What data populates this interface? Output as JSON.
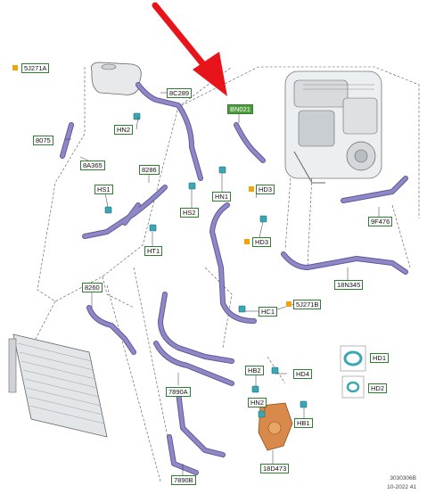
{
  "labels": {
    "legend": "5J271A",
    "8C289": "8C289",
    "BN021": "BN021",
    "HN2_top": "HN2",
    "8075": "8075",
    "8A365": "8A365",
    "8286": "8286",
    "HS1": "HS1",
    "HS2": "HS2",
    "HN1": "HN1",
    "HD3_a": "HD3",
    "HD3_b": "HD3",
    "HT1": "HT1",
    "9F476": "9F476",
    "18N345": "18N345",
    "8260": "8260",
    "HC1": "HC1",
    "5J271B": "5J271B",
    "HB2": "HB2",
    "HD4": "HD4",
    "HN2_bottom": "HN2",
    "HB1": "HB1",
    "7890A": "7890A",
    "7890B": "7890B",
    "18D473": "18D473",
    "HD1": "HD1",
    "HD2": "HD2"
  },
  "footer": {
    "code": "3030306B",
    "date": "10-2022 41"
  },
  "colors": {
    "hose": "#8e88c4",
    "hose_dark": "#5f58a0",
    "clip": "#3aa7b5",
    "label_border": "#2f7d2f",
    "label_highlight": "#4f9a3d",
    "bullet": "#f2a20a",
    "arrow": "#e8141c",
    "pump": "#d98a4a"
  }
}
